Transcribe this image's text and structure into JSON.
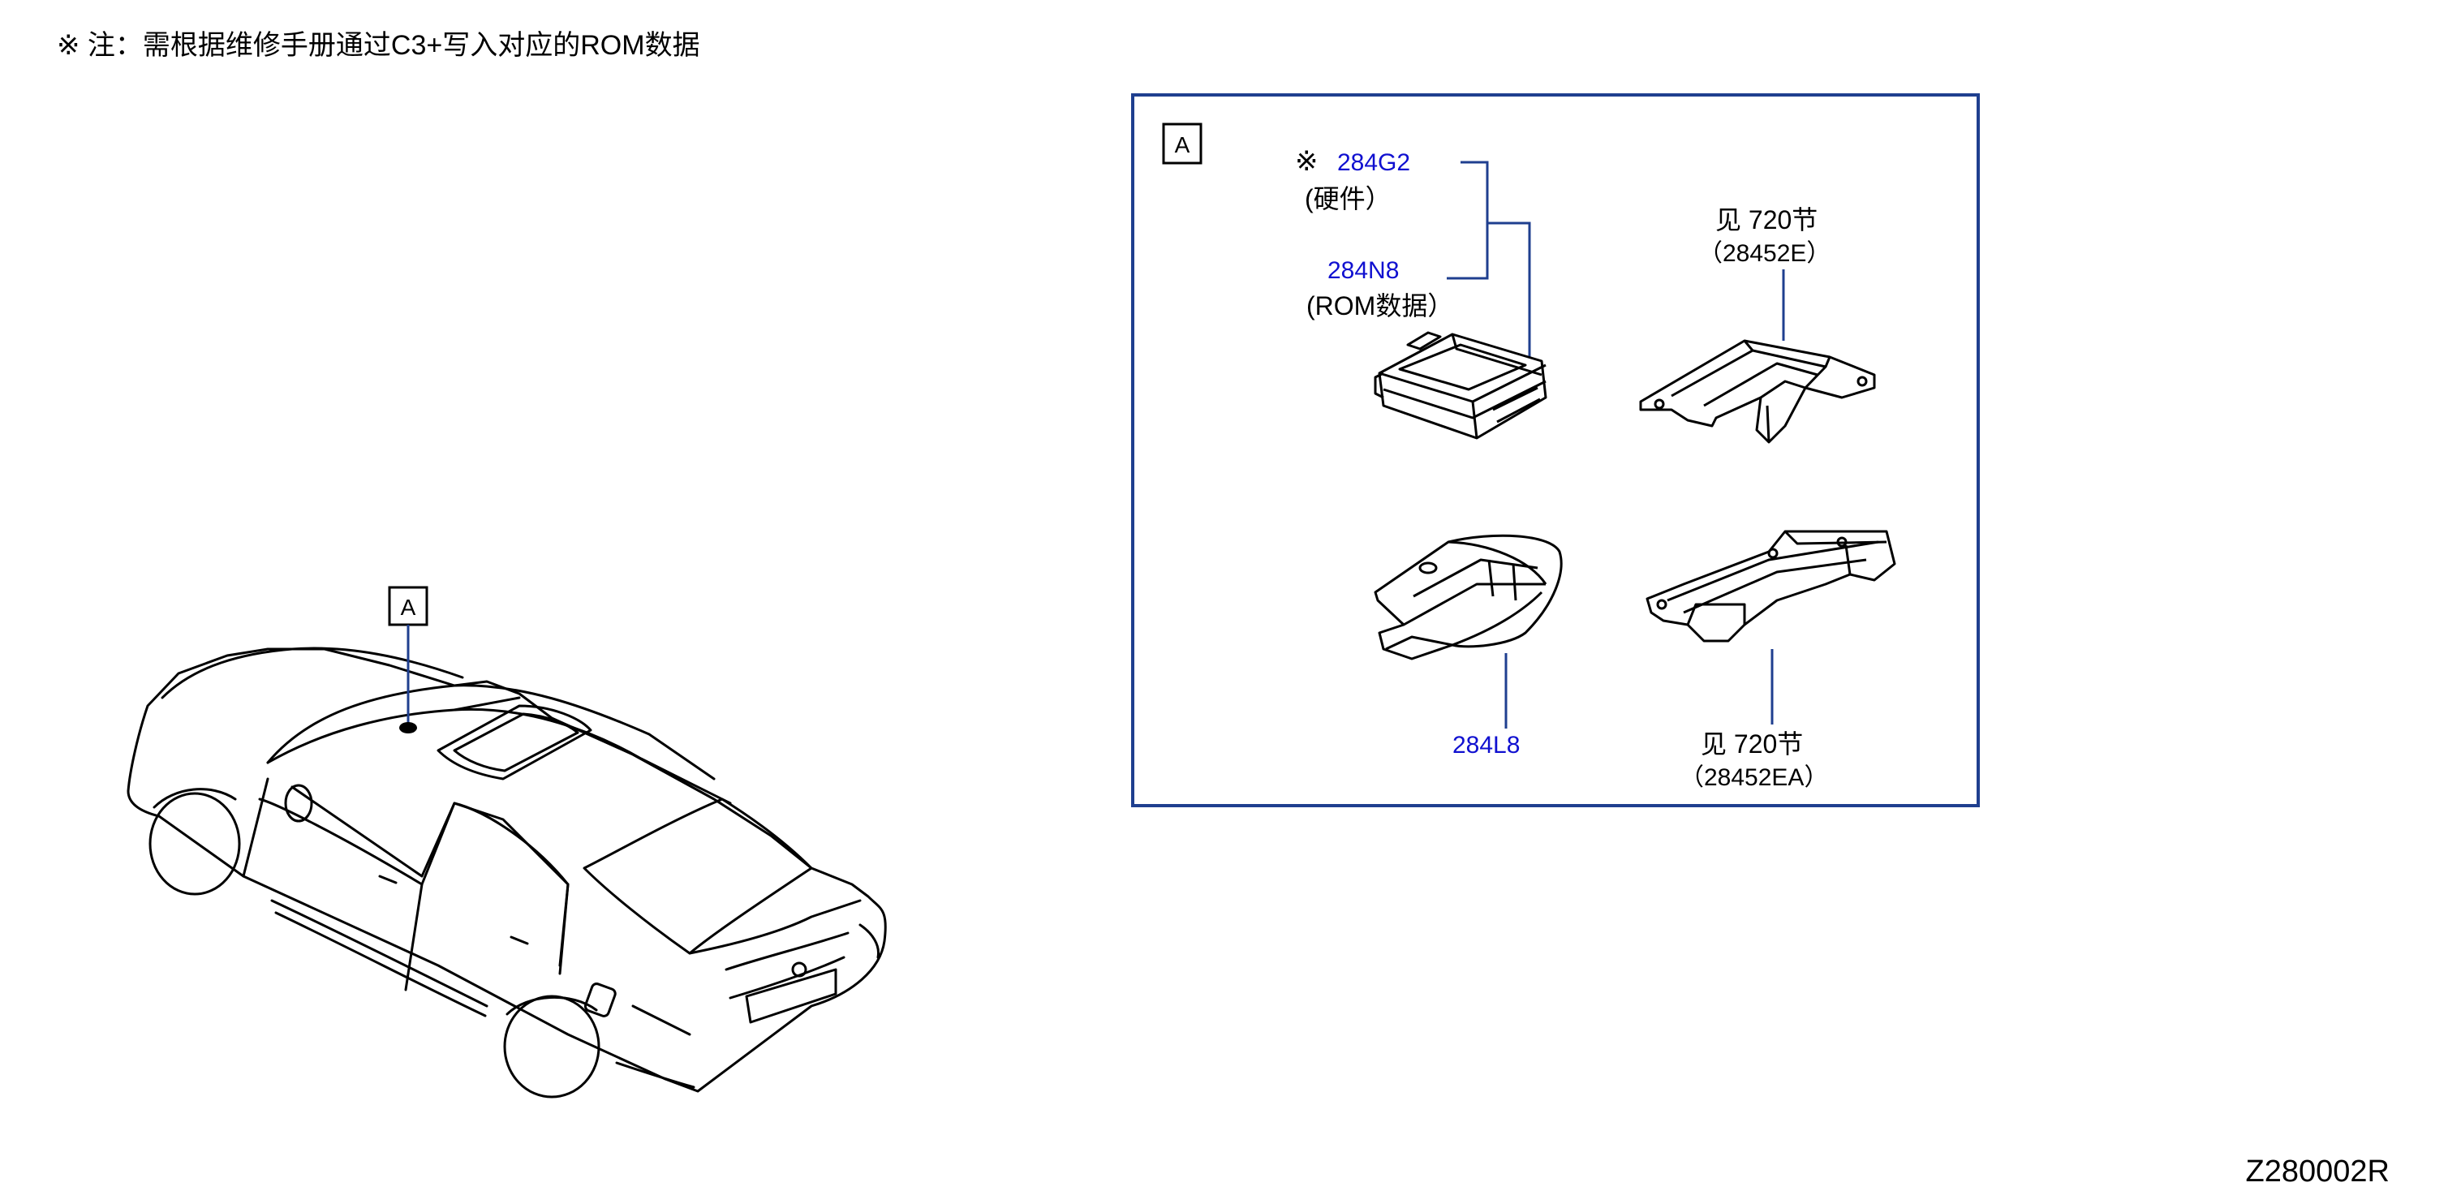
{
  "note": "※ 注：需根据维修手册通过C3+写入对应的ROM数据",
  "drawing_id": "Z280002R",
  "car_callout": {
    "label": "A"
  },
  "inset": {
    "label": "A",
    "parts": {
      "p284G2": {
        "mark": "※",
        "number": "284G2",
        "desc": "(硬件）"
      },
      "p284N8": {
        "number": "284N8",
        "desc": "(ROM数据）"
      },
      "p284L8": {
        "number": "284L8"
      },
      "ref_e": {
        "line1": "见 720节",
        "line2": "（28452E）"
      },
      "ref_ea": {
        "line1": "见 720节",
        "line2": "（28452EA）"
      }
    }
  },
  "colors": {
    "frame": "#1f3f8f",
    "leader": "#1f3f8f",
    "part_number": "#1010d0",
    "ink": "#000000"
  },
  "icons": [
    "car-outline-icon",
    "control-unit-icon",
    "bracket-icon",
    "housing-icon",
    "frame-bracket-icon"
  ]
}
